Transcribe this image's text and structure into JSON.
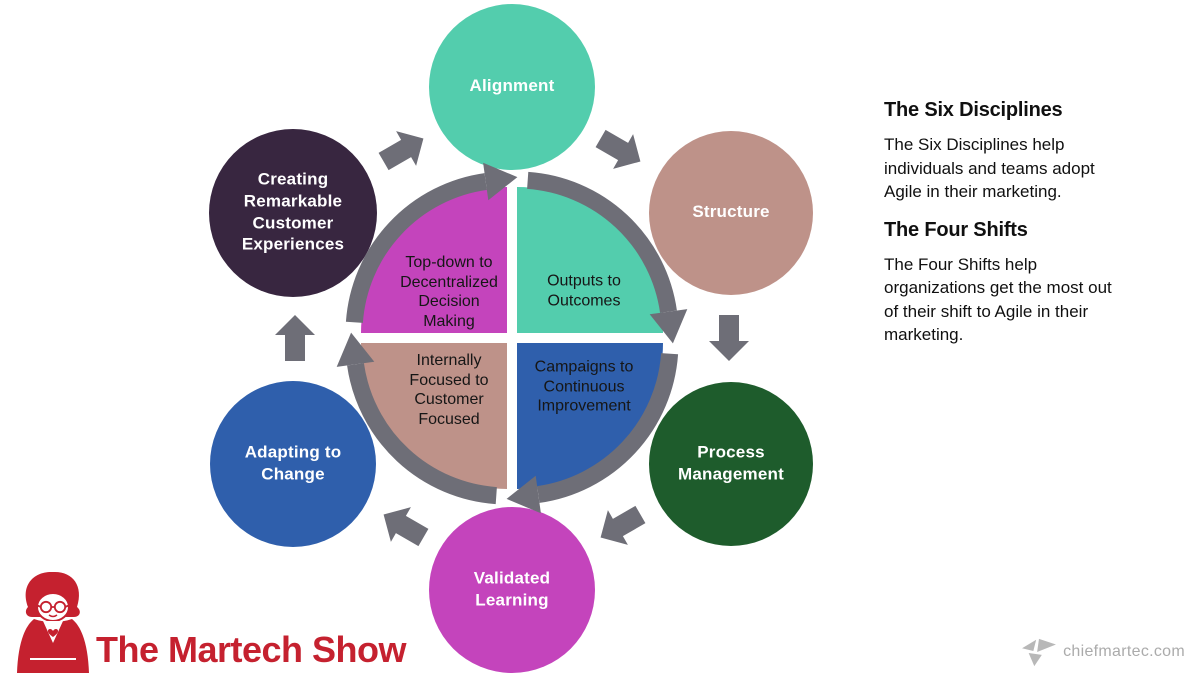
{
  "palette": {
    "teal": "#53CDAD",
    "mauve": "#BE9289",
    "green": "#1E5C2C",
    "magenta": "#C444BC",
    "blue": "#2F5FAC",
    "eggplant": "#382640",
    "arrow_gray": "#6E6E77",
    "brand_red": "#C5212F",
    "credit_gray": "#ABABAB",
    "label_light": "#FFFFFF",
    "label_dark": "#161616"
  },
  "cycle": {
    "disciplines": [
      {
        "label": [
          "Alignment"
        ],
        "color": "#53CDAD"
      },
      {
        "label": [
          "Structure"
        ],
        "color": "#BE9289"
      },
      {
        "label": [
          "Process",
          "Management"
        ],
        "color": "#1E5C2C"
      },
      {
        "label": [
          "Validated",
          "Learning"
        ],
        "color": "#C444BC"
      },
      {
        "label": [
          "Adapting to",
          "Change"
        ],
        "color": "#2F5FAC"
      },
      {
        "label": [
          "Creating",
          "Remarkable",
          "Customer",
          "Experiences"
        ],
        "color": "#382640"
      }
    ],
    "shifts": [
      {
        "label": [
          "Top-down to",
          "Decentralized",
          "Decision",
          "Making"
        ],
        "color": "#C444BC"
      },
      {
        "label": [
          "Outputs to",
          "Outcomes"
        ],
        "color": "#53CDAD"
      },
      {
        "label": [
          "Campaigns to",
          "Continuous",
          "Improvement"
        ],
        "color": "#2F5FAC"
      },
      {
        "label": [
          "Internally",
          "Focused to",
          "Customer",
          "Focused"
        ],
        "color": "#BE9289"
      }
    ]
  },
  "info_panel": {
    "heading_disciplines": "The Six Disciplines",
    "body_disciplines": [
      "The Six Disciplines help",
      "individuals and teams adopt",
      "Agile in their marketing."
    ],
    "heading_shifts": "The Four Shifts",
    "body_shifts": [
      "The Four Shifts help",
      "organizations get the most out",
      "of their shift to Agile in their",
      "marketing."
    ]
  },
  "footer": {
    "brand": "The Martech Show",
    "brand_icon": "superhero-mascot-icon",
    "credit": "chiefmartec.com",
    "credit_icon": "chiefmartec-funnel-icon"
  }
}
